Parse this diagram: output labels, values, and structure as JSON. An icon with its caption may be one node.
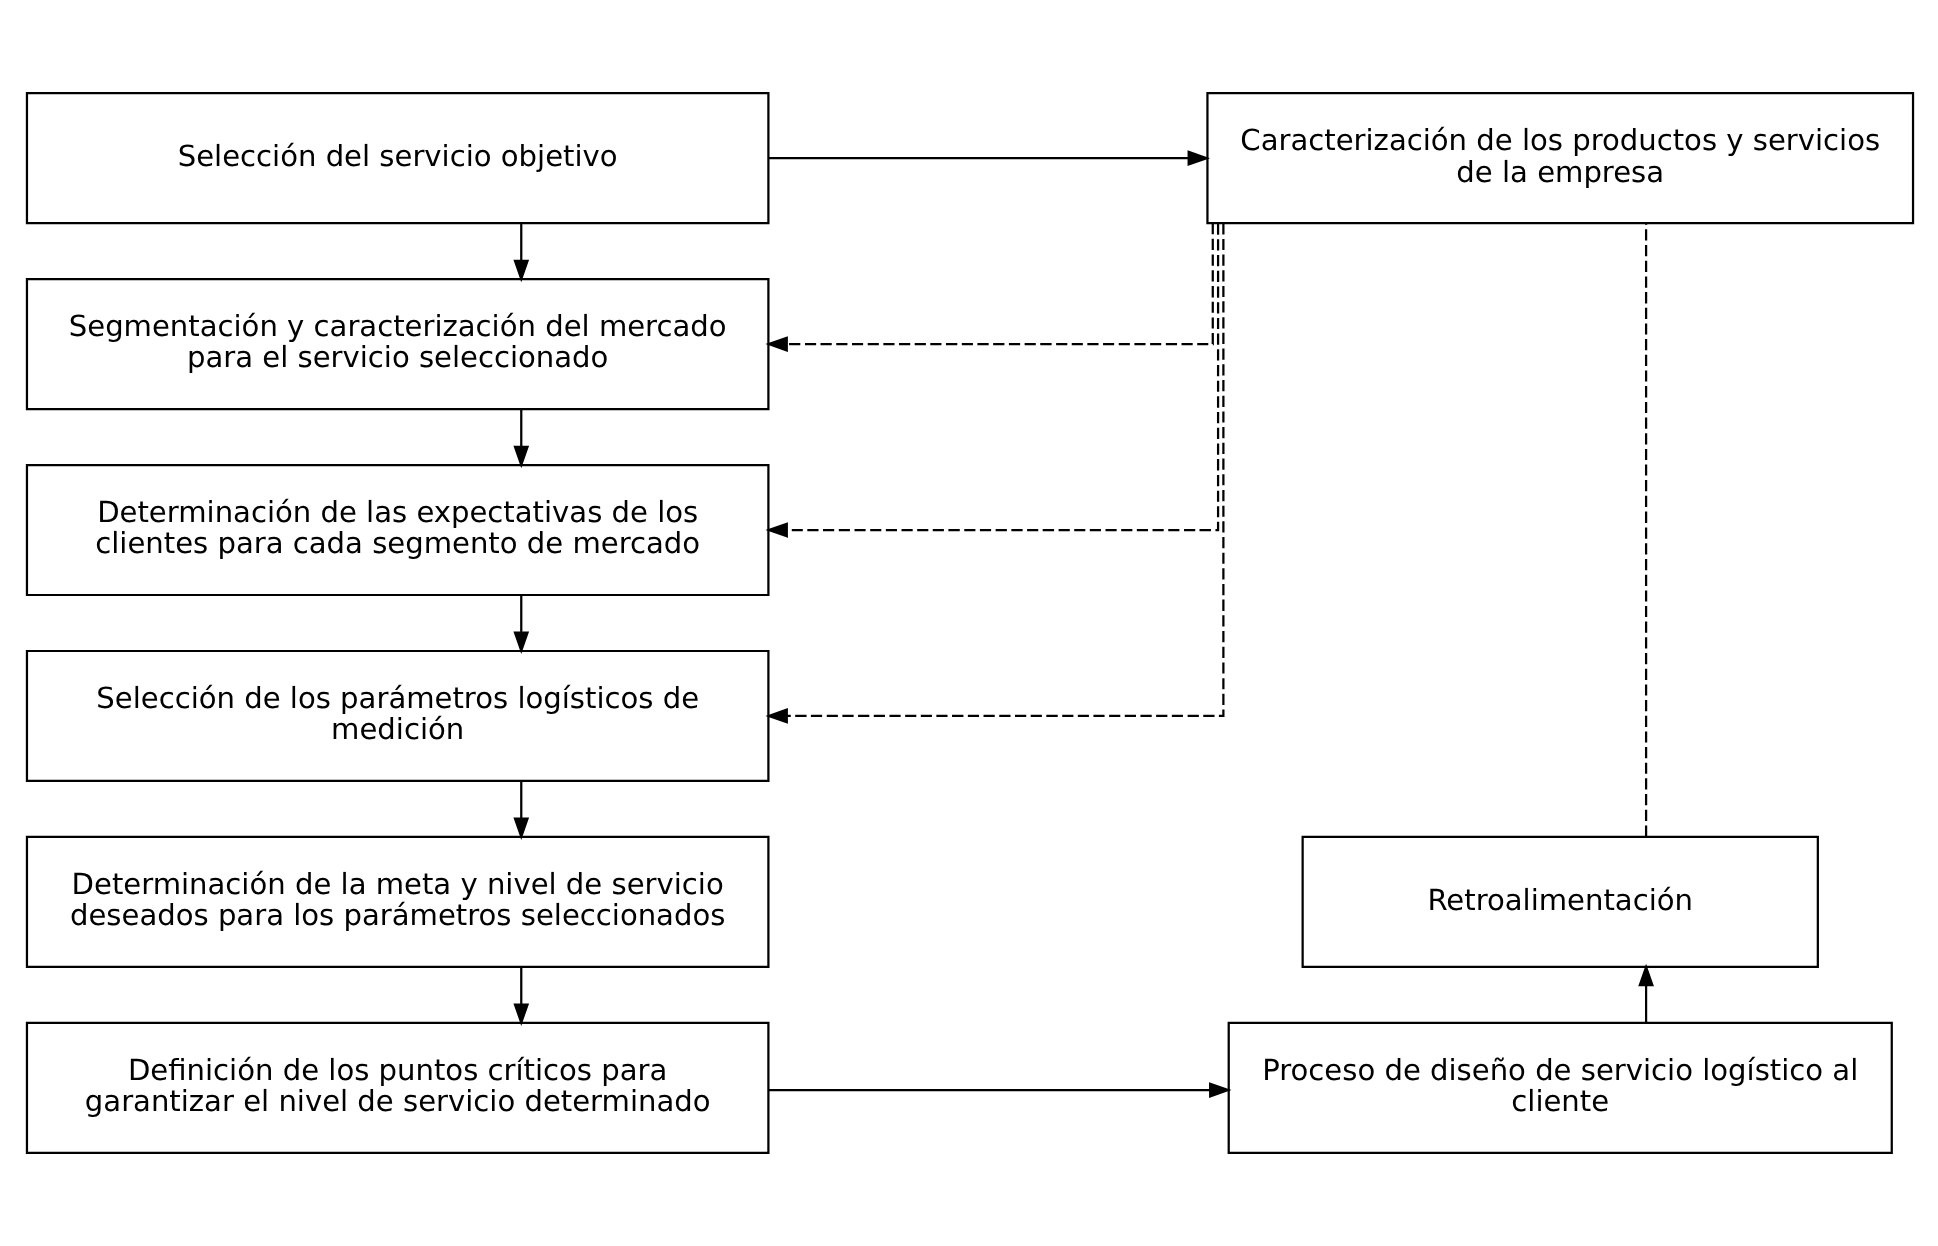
{
  "diagram": {
    "nodes": [
      {
        "text": [
          "Caracterización de los productos y servicios de la empresa"
        ]
      },
      {
        "text": [
          "Selección del servicio objetivo"
        ]
      },
      {
        "text": [
          "Segmentación y caracterización del mercado para el servicio seleccionado"
        ]
      },
      {
        "text": [
          "Determinación de las expectativas de los clientes para cada segmento de mercado"
        ]
      },
      {
        "text": [
          "Selección de los parámetros logísticos de medición"
        ]
      },
      {
        "text": [
          "Retroalimentación"
        ]
      },
      {
        "text": [
          "Determinación de la meta y nivel de servicio deseados para los parámetros seleccionados"
        ]
      },
      {
        "text": [
          "Proceso de diseño de servicio logístico al cliente"
        ]
      },
      {
        "text": [
          "Definición de los puntos críticos para garantizar el nivel de servicio determinado"
        ]
      }
    ],
    "edges": [
      {
        "from": 1,
        "to": 0,
        "arrow": "to"
      },
      {
        "from": 1,
        "to": 2,
        "arrow": "to"
      },
      {
        "from": 2,
        "to": 3,
        "arrow": "to"
      },
      {
        "from": 3,
        "to": 4,
        "arrow": "to"
      },
      {
        "from": 4,
        "to": 6,
        "arrow": "to"
      },
      {
        "from": 6,
        "to": 8,
        "arrow": "to"
      },
      {
        "from": 8,
        "to": 7,
        "arrow": "to"
      },
      {
        "from": 7,
        "to": 5,
        "arrow": "to"
      },
      {
        "from": 5,
        "to": 0,
        "arrow": "none",
        "style": "dashed"
      },
      {
        "from": 0,
        "to": 2,
        "arrow": "to",
        "style": "dashed"
      },
      {
        "from": 0,
        "to": 3,
        "arrow": "to",
        "style": "dashed"
      },
      {
        "from": 0,
        "to": 4,
        "arrow": "to",
        "style": "dashed"
      }
    ]
  }
}
